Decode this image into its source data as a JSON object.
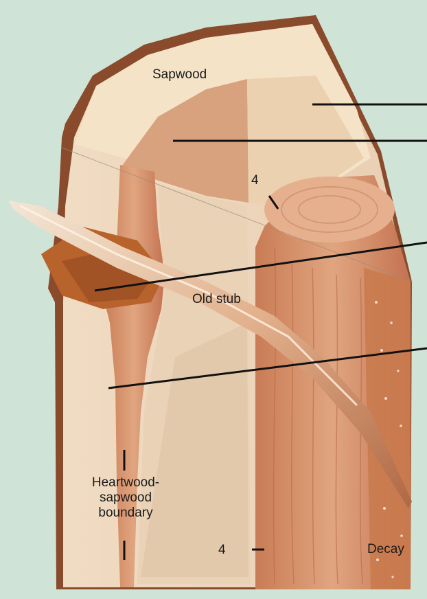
{
  "labels": {
    "sapwood": "Sapwood",
    "old_stub": "Old stub",
    "heartwood_line1": "Heartwood-",
    "heartwood_line2": "sapwood",
    "heartwood_line3": "boundary",
    "decay": "Decay",
    "marker_top": "4",
    "marker_bottom": "4"
  },
  "colors": {
    "background": "#cfe3d6",
    "bark": "#8a4a2c",
    "sapwood": "#f2dcc0",
    "heartwood": "#d99a72",
    "decay": "#b8622c"
  }
}
